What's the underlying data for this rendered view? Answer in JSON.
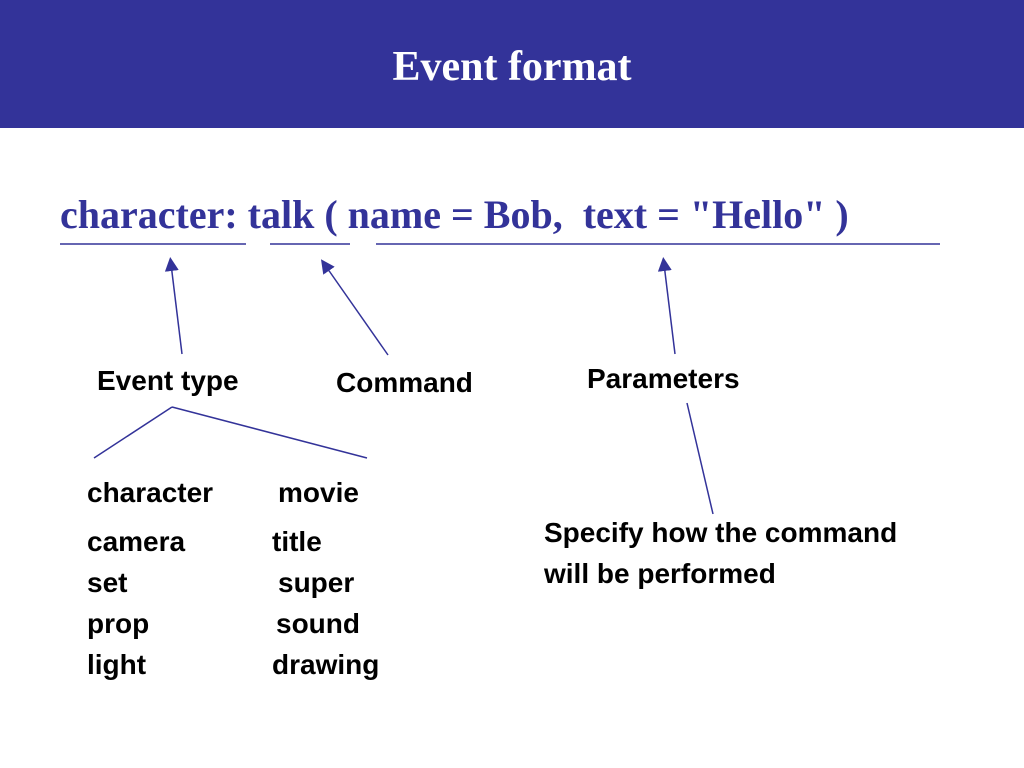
{
  "slide": {
    "title": "Event format",
    "syntax": {
      "event_type": "character:",
      "command": "talk",
      "parameters": "( name = Bob,  text = \"Hello\" )"
    },
    "labels": {
      "event_type": "Event type",
      "command": "Command",
      "parameters": "Parameters"
    },
    "event_types_left": [
      "character",
      "camera",
      "set",
      "prop",
      "light"
    ],
    "event_types_right": [
      "movie",
      "title",
      "super",
      "sound",
      "drawing"
    ],
    "parameters_description": [
      "Specify how the command",
      "will be performed"
    ]
  },
  "colors": {
    "header_bg": "#333399",
    "accent": "#333399",
    "text": "#000000"
  }
}
